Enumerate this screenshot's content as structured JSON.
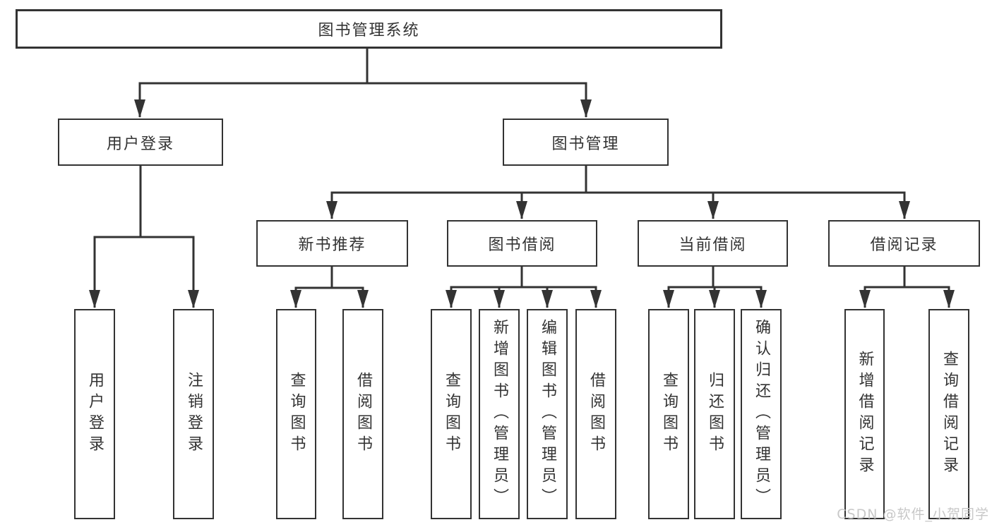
{
  "diagram_type": "hierarchy-tree",
  "tree": {
    "label": "图书管理系统",
    "children": [
      {
        "label": "用户登录",
        "children": [
          {
            "label": "用户登录"
          },
          {
            "label": "注销登录"
          }
        ]
      },
      {
        "label": "图书管理",
        "children": [
          {
            "label": "新书推荐",
            "children": [
              {
                "label": "查询图书"
              },
              {
                "label": "借阅图书"
              }
            ]
          },
          {
            "label": "图书借阅",
            "children": [
              {
                "label": "查询图书"
              },
              {
                "label": "新增图书（管理员）"
              },
              {
                "label": "编辑图书（管理员）"
              },
              {
                "label": "借阅图书"
              }
            ]
          },
          {
            "label": "当前借阅",
            "children": [
              {
                "label": "查询图书"
              },
              {
                "label": "归还图书"
              },
              {
                "label": "确认归还（管理员）"
              }
            ]
          },
          {
            "label": "借阅记录",
            "children": [
              {
                "label": "新增借阅记录"
              },
              {
                "label": "查询借阅记录"
              }
            ]
          }
        ]
      }
    ]
  },
  "watermark": {
    "text": "CSDN @软件_小贺同学"
  },
  "colors": {
    "line": "#333333",
    "text": "#333333",
    "box_fill": "#ffffff",
    "background": "#ffffff",
    "watermark": "#c8c8c8"
  }
}
